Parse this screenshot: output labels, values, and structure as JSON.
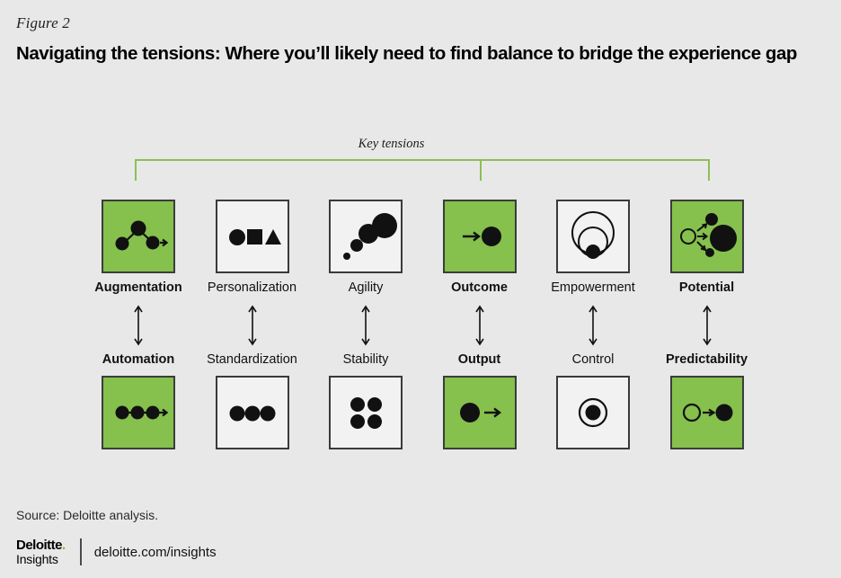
{
  "figure": {
    "label": "Figure 2",
    "title": "Navigating the tensions: Where you’ll likely need to find balance to bridge the experience gap"
  },
  "bracket": {
    "label": "Key tensions",
    "color": "#8cbf55"
  },
  "colors": {
    "background": "#e8e8e8",
    "highlight_green": "#86c04d",
    "bracket_green": "#8cbf55",
    "box_border": "#3a3a3a",
    "box_fill": "#f2f2f2",
    "logo_green": "#86bc25"
  },
  "columns": [
    {
      "top": {
        "label": "Augmentation",
        "highlighted": true,
        "bold": true,
        "icon": "nodes-branching-arrow-icon"
      },
      "bottom": {
        "label": "Automation",
        "highlighted": true,
        "bold": true,
        "icon": "three-dots-linear-arrow-icon"
      }
    },
    {
      "top": {
        "label": "Personalization",
        "highlighted": false,
        "bold": false,
        "icon": "circle-square-triangle-icon"
      },
      "bottom": {
        "label": "Standardization",
        "highlighted": false,
        "bold": false,
        "icon": "three-equal-dots-icon"
      }
    },
    {
      "top": {
        "label": "Agility",
        "highlighted": false,
        "bold": false,
        "icon": "growing-dots-diagonal-icon"
      },
      "bottom": {
        "label": "Stability",
        "highlighted": false,
        "bold": false,
        "icon": "four-dots-grid-icon"
      }
    },
    {
      "top": {
        "label": "Outcome",
        "highlighted": true,
        "bold": true,
        "icon": "arrow-to-circle-icon"
      },
      "bottom": {
        "label": "Output",
        "highlighted": true,
        "bold": true,
        "icon": "circle-to-arrow-icon"
      }
    },
    {
      "top": {
        "label": "Empowerment",
        "highlighted": false,
        "bold": false,
        "icon": "nested-circles-dot-icon"
      },
      "bottom": {
        "label": "Control",
        "highlighted": false,
        "bold": false,
        "icon": "dot-in-ring-icon"
      }
    },
    {
      "top": {
        "label": "Potential",
        "highlighted": true,
        "bold": true,
        "icon": "ring-three-arrows-dots-icon"
      },
      "bottom": {
        "label": "Predictability",
        "highlighted": true,
        "bold": true,
        "icon": "ring-arrow-dot-icon"
      }
    }
  ],
  "tension_arrow_icon": "double-headed-vertical-arrow-icon",
  "footer": {
    "source": "Source: Deloitte analysis.",
    "logo_top": "Deloitte",
    "logo_dot": ".",
    "logo_bottom": "Insights",
    "url": "deloitte.com/insights"
  }
}
